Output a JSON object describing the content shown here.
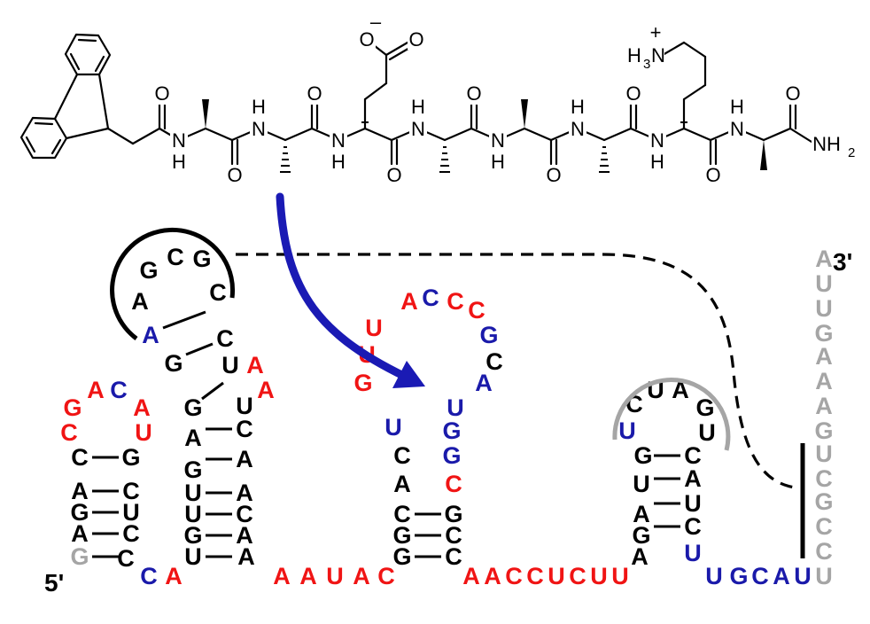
{
  "colors": {
    "black": "#000000",
    "red": "#f01414",
    "blue": "#1a1aaa",
    "gray": "#a5a5a5",
    "arrow": "#1a1ab4"
  },
  "peptide": {
    "labels": {
      "amide_h": "H",
      "n": "N",
      "o": "O",
      "nh2": "NH",
      "nh2_sub": "2",
      "charge_minus": "–",
      "charge_plus": "+",
      "h3n": "H",
      "h3n_sub": "3",
      "h3n_n": "N"
    }
  },
  "rna": {
    "five_prime": "5'",
    "three_prime": "3'",
    "nucleotides": [
      {
        "b": "G",
        "c": "gray"
      },
      {
        "b": "A",
        "c": "black"
      },
      {
        "b": "G",
        "c": "black"
      },
      {
        "b": "A",
        "c": "black"
      },
      {
        "b": "C",
        "c": "black"
      },
      {
        "b": "C",
        "c": "red"
      },
      {
        "b": "G",
        "c": "red"
      },
      {
        "b": "A",
        "c": "red"
      },
      {
        "b": "C",
        "c": "blue"
      },
      {
        "b": "A",
        "c": "red"
      },
      {
        "b": "U",
        "c": "red"
      },
      {
        "b": "G",
        "c": "black"
      },
      {
        "b": "C",
        "c": "black"
      },
      {
        "b": "U",
        "c": "black"
      },
      {
        "b": "C",
        "c": "black"
      },
      {
        "b": "C",
        "c": "black"
      },
      {
        "b": "C",
        "c": "blue"
      },
      {
        "b": "A",
        "c": "red"
      },
      {
        "b": "U",
        "c": "black"
      },
      {
        "b": "G",
        "c": "black"
      },
      {
        "b": "U",
        "c": "black"
      },
      {
        "b": "U",
        "c": "black"
      },
      {
        "b": "G",
        "c": "black"
      },
      {
        "b": "A",
        "c": "black"
      },
      {
        "b": "G",
        "c": "black"
      },
      {
        "b": "G",
        "c": "black"
      },
      {
        "b": "A",
        "c": "blue"
      },
      {
        "b": "A",
        "c": "black"
      },
      {
        "b": "G",
        "c": "black"
      },
      {
        "b": "C",
        "c": "black"
      },
      {
        "b": "G",
        "c": "black"
      },
      {
        "b": "C",
        "c": "black"
      },
      {
        "b": "C",
        "c": "black"
      },
      {
        "b": "U",
        "c": "black"
      },
      {
        "b": "A",
        "c": "red"
      },
      {
        "b": "A",
        "c": "red"
      },
      {
        "b": "U",
        "c": "black"
      },
      {
        "b": "C",
        "c": "black"
      },
      {
        "b": "A",
        "c": "black"
      },
      {
        "b": "A",
        "c": "black"
      },
      {
        "b": "C",
        "c": "black"
      },
      {
        "b": "A",
        "c": "black"
      },
      {
        "b": "A",
        "c": "black"
      },
      {
        "b": "A",
        "c": "red"
      },
      {
        "b": "A",
        "c": "red"
      },
      {
        "b": "U",
        "c": "red"
      },
      {
        "b": "A",
        "c": "red"
      },
      {
        "b": "C",
        "c": "red"
      },
      {
        "b": "G",
        "c": "black"
      },
      {
        "b": "G",
        "c": "black"
      },
      {
        "b": "C",
        "c": "black"
      },
      {
        "b": "A",
        "c": "black"
      },
      {
        "b": "C",
        "c": "black"
      },
      {
        "b": "U",
        "c": "blue"
      },
      {
        "b": "G",
        "c": "red"
      },
      {
        "b": "U",
        "c": "red"
      },
      {
        "b": "U",
        "c": "red"
      },
      {
        "b": "A",
        "c": "red"
      },
      {
        "b": "C",
        "c": "blue"
      },
      {
        "b": "C",
        "c": "red"
      },
      {
        "b": "C",
        "c": "red"
      },
      {
        "b": "G",
        "c": "blue"
      },
      {
        "b": "C",
        "c": "black"
      },
      {
        "b": "A",
        "c": "blue"
      },
      {
        "b": "U",
        "c": "blue"
      },
      {
        "b": "G",
        "c": "blue"
      },
      {
        "b": "G",
        "c": "blue"
      },
      {
        "b": "C",
        "c": "red"
      },
      {
        "b": "G",
        "c": "black"
      },
      {
        "b": "C",
        "c": "black"
      },
      {
        "b": "C",
        "c": "black"
      },
      {
        "b": "A",
        "c": "red"
      },
      {
        "b": "A",
        "c": "red"
      },
      {
        "b": "C",
        "c": "red"
      },
      {
        "b": "C",
        "c": "red"
      },
      {
        "b": "U",
        "c": "red"
      },
      {
        "b": "C",
        "c": "red"
      },
      {
        "b": "U",
        "c": "red"
      },
      {
        "b": "U",
        "c": "red"
      },
      {
        "b": "A",
        "c": "black"
      },
      {
        "b": "G",
        "c": "black"
      },
      {
        "b": "A",
        "c": "black"
      },
      {
        "b": "U",
        "c": "black"
      },
      {
        "b": "G",
        "c": "black"
      },
      {
        "b": "U",
        "c": "blue"
      },
      {
        "b": "C",
        "c": "black"
      },
      {
        "b": "U",
        "c": "black"
      },
      {
        "b": "A",
        "c": "black"
      },
      {
        "b": "G",
        "c": "black"
      },
      {
        "b": "U",
        "c": "black"
      },
      {
        "b": "C",
        "c": "black"
      },
      {
        "b": "A",
        "c": "black"
      },
      {
        "b": "U",
        "c": "black"
      },
      {
        "b": "C",
        "c": "black"
      },
      {
        "b": "U",
        "c": "blue"
      },
      {
        "b": "U",
        "c": "blue"
      },
      {
        "b": "G",
        "c": "blue"
      },
      {
        "b": "C",
        "c": "blue"
      },
      {
        "b": "A",
        "c": "blue"
      },
      {
        "b": "U",
        "c": "blue"
      },
      {
        "b": "U",
        "c": "gray"
      },
      {
        "b": "C",
        "c": "gray"
      },
      {
        "b": "C",
        "c": "gray"
      },
      {
        "b": "G",
        "c": "gray"
      },
      {
        "b": "C",
        "c": "gray"
      },
      {
        "b": "U",
        "c": "gray"
      },
      {
        "b": "G",
        "c": "gray"
      },
      {
        "b": "A",
        "c": "gray"
      },
      {
        "b": "A",
        "c": "gray"
      },
      {
        "b": "A",
        "c": "gray"
      },
      {
        "b": "G",
        "c": "gray"
      },
      {
        "b": "U",
        "c": "gray"
      },
      {
        "b": "U",
        "c": "gray"
      },
      {
        "b": "A",
        "c": "gray"
      }
    ]
  }
}
